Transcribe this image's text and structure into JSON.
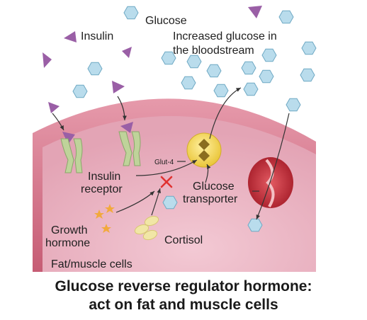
{
  "labels": {
    "glucose": "Glucose",
    "insulin": "Insulin",
    "increased_glucose_line1": "Increased glucose in",
    "increased_glucose_line2": "the bloodstream",
    "glut4": "Glut-4",
    "insulin_receptor_line1": "Insulin",
    "insulin_receptor_line2": "receptor",
    "glucose_transporter_line1": "Glucose",
    "glucose_transporter_line2": "transporter",
    "growth_hormone_line1": "Growth",
    "growth_hormone_line2": "hormone",
    "cortisol": "Cortisol",
    "cells": "Fat/muscle cells"
  },
  "caption": {
    "line1": "Glucose reverse regulator hormone:",
    "line2": "act on fat and muscle cells"
  },
  "colors": {
    "insulin": "#9a5fa6",
    "glucose": "#b9dcec",
    "cell_fill": "#e8b1bf",
    "membrane": "#c9687d",
    "receptor": "#bfd39a",
    "glut4": "#f1d148",
    "inhibition": "#e0312f",
    "growth_hormone": "#f2a93c",
    "cortisol": "#f1e6a6",
    "blood_cell": "#c7343e"
  }
}
